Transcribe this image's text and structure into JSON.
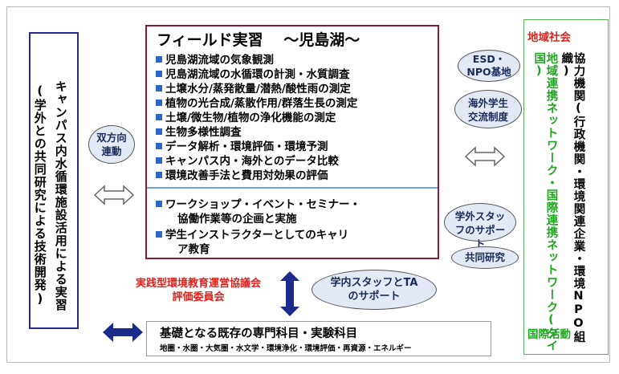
{
  "left": {
    "col1": "キャンパス内水循環施設活用による実習",
    "col2": "(学外との共同研究による技術開発)"
  },
  "bidirectional": "双方向連動",
  "field": {
    "title": "フィールド実習　 ～児島湖～",
    "items": [
      "児島湖流域の気象観測",
      "児島湖流域の水循環の計測・水質調査",
      "土壌水分/蒸発散量/潜熱/酸性雨の測定",
      "植物の光合成/蒸散作用/群落生長の測定",
      "土壌/微生物/植物の浄化機能の測定",
      "生物多様性調査",
      "データ解析・環境評価・環境予測",
      "キャンパス内・海外とのデータ比較",
      "環境改善手法と費用対効果の評価"
    ],
    "items2": [
      {
        "line1": "ワークショップ・イベント・セミナー・",
        "line2": "協働作業等の企画と実施"
      },
      {
        "line1": "学生インストラクターとしてのキャリ",
        "line2": "ア教育"
      }
    ]
  },
  "ellipses": {
    "esd": "ESD・NPO基地",
    "exchange": "海外学生交流制度",
    "external_staff": "学外スタッフのサポート",
    "joint_research": "共同研究",
    "internal_staff": "学内スタッフとTAのサポート"
  },
  "council": {
    "line1": "実践型環境教育運営協議会",
    "line2": "評価委員会"
  },
  "right": {
    "community": "地域社会",
    "network": "地域連携ネットワーク・国際連携ネットワーク(タイ国)",
    "cooperation": "協力機関(行政機関・環境関連企業・環境NPO組織)",
    "intl_activity": "国際活動"
  },
  "bottom": {
    "title": "基礎となる既存の専門科目・実験科目",
    "subjects": "地圏・水圏・大気圏・水文学・環境浄化・環境評価・再資源・エネルギー"
  },
  "colors": {
    "main_border": "#8b1a3a",
    "left_border": "#2a2a8a",
    "right_border": "#58b558",
    "red_text": "#e0201b",
    "green_text": "#1fa51f",
    "bullet": "#2a67c6",
    "ellipse_fill": "#e3eaf6",
    "arrow_navy": "#1c2a8c"
  }
}
